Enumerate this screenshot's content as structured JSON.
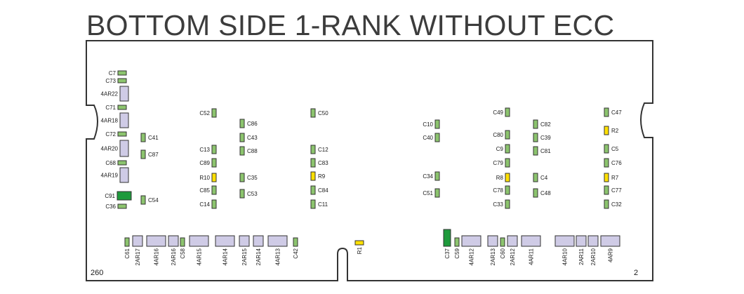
{
  "title": "BOTTOM SIDE 1-RANK WITHOUT ECC",
  "pin_labels": {
    "left": "260",
    "right": "2"
  },
  "colors": {
    "capacitor": "#8cc46e",
    "capacitor_large": "#1e9a3c",
    "resistor": "#ffe000",
    "resistor_array": "#cfcbe6",
    "outline": "#333333"
  },
  "components": [
    {
      "id": "C7",
      "type": "cap",
      "label": "C7"
    },
    {
      "id": "C73",
      "type": "cap",
      "label": "C73"
    },
    {
      "id": "4AR22",
      "type": "array",
      "label": "4AR22"
    },
    {
      "id": "C71",
      "type": "cap",
      "label": "C71"
    },
    {
      "id": "4AR18",
      "type": "array",
      "label": "4AR18"
    },
    {
      "id": "C72",
      "type": "cap",
      "label": "C72"
    },
    {
      "id": "4AR20",
      "type": "array",
      "label": "4AR20"
    },
    {
      "id": "C68",
      "type": "cap",
      "label": "C68"
    },
    {
      "id": "4AR19",
      "type": "array",
      "label": "4AR19"
    },
    {
      "id": "C91",
      "type": "cap_large",
      "label": "C91"
    },
    {
      "id": "C36",
      "type": "cap",
      "label": "C36"
    },
    {
      "id": "C41",
      "type": "cap",
      "label": "C41"
    },
    {
      "id": "C87",
      "type": "cap",
      "label": "C87"
    },
    {
      "id": "C54",
      "type": "cap",
      "label": "C54"
    },
    {
      "id": "C52",
      "type": "cap",
      "label": "C52"
    },
    {
      "id": "C13",
      "type": "cap",
      "label": "C13"
    },
    {
      "id": "C89",
      "type": "cap",
      "label": "C89"
    },
    {
      "id": "R10",
      "type": "res",
      "label": "R10"
    },
    {
      "id": "C85",
      "type": "cap",
      "label": "C85"
    },
    {
      "id": "C14",
      "type": "cap",
      "label": "C14"
    },
    {
      "id": "C86",
      "type": "cap",
      "label": "C86"
    },
    {
      "id": "C43",
      "type": "cap",
      "label": "C43"
    },
    {
      "id": "C88",
      "type": "cap",
      "label": "C88"
    },
    {
      "id": "C35",
      "type": "cap",
      "label": "C35"
    },
    {
      "id": "C53",
      "type": "cap",
      "label": "C53"
    },
    {
      "id": "C50",
      "type": "cap",
      "label": "C50"
    },
    {
      "id": "C12",
      "type": "cap",
      "label": "C12"
    },
    {
      "id": "C83",
      "type": "cap",
      "label": "C83"
    },
    {
      "id": "R9",
      "type": "res",
      "label": "R9"
    },
    {
      "id": "C84",
      "type": "cap",
      "label": "C84"
    },
    {
      "id": "C11",
      "type": "cap",
      "label": "C11"
    },
    {
      "id": "C10",
      "type": "cap",
      "label": "C10"
    },
    {
      "id": "C40",
      "type": "cap",
      "label": "C40"
    },
    {
      "id": "C34",
      "type": "cap",
      "label": "C34"
    },
    {
      "id": "C51",
      "type": "cap",
      "label": "C51"
    },
    {
      "id": "C49",
      "type": "cap",
      "label": "C49"
    },
    {
      "id": "C80",
      "type": "cap",
      "label": "C80"
    },
    {
      "id": "C9",
      "type": "cap",
      "label": "C9"
    },
    {
      "id": "C79",
      "type": "cap",
      "label": "C79"
    },
    {
      "id": "R8",
      "type": "res",
      "label": "R8"
    },
    {
      "id": "C78",
      "type": "cap",
      "label": "C78"
    },
    {
      "id": "C33",
      "type": "cap",
      "label": "C33"
    },
    {
      "id": "C82",
      "type": "cap",
      "label": "C82"
    },
    {
      "id": "C39",
      "type": "cap",
      "label": "C39"
    },
    {
      "id": "C81",
      "type": "cap",
      "label": "C81"
    },
    {
      "id": "C4",
      "type": "cap",
      "label": "C4"
    },
    {
      "id": "C48",
      "type": "cap",
      "label": "C48"
    },
    {
      "id": "C47",
      "type": "cap",
      "label": "C47"
    },
    {
      "id": "R2",
      "type": "res",
      "label": "R2"
    },
    {
      "id": "C5",
      "type": "cap",
      "label": "C5"
    },
    {
      "id": "C76",
      "type": "cap",
      "label": "C76"
    },
    {
      "id": "R7",
      "type": "res",
      "label": "R7"
    },
    {
      "id": "C77",
      "type": "cap",
      "label": "C77"
    },
    {
      "id": "C32",
      "type": "cap",
      "label": "C32"
    },
    {
      "id": "C61",
      "type": "cap",
      "label": "C61"
    },
    {
      "id": "2AR17",
      "type": "array",
      "label": "2AR17"
    },
    {
      "id": "4AR16",
      "type": "array",
      "label": "4AR16"
    },
    {
      "id": "2AR16",
      "type": "array",
      "label": "2AR16"
    },
    {
      "id": "C58",
      "type": "cap",
      "label": "C58"
    },
    {
      "id": "4AR15",
      "type": "array",
      "label": "4AR15"
    },
    {
      "id": "4AR14",
      "type": "array",
      "label": "4AR14"
    },
    {
      "id": "2AR15",
      "type": "array",
      "label": "2AR15"
    },
    {
      "id": "2AR14",
      "type": "array",
      "label": "2AR14"
    },
    {
      "id": "4AR13",
      "type": "array",
      "label": "4AR13"
    },
    {
      "id": "C42",
      "type": "cap",
      "label": "C42"
    },
    {
      "id": "R1",
      "type": "res",
      "label": "R1"
    },
    {
      "id": "C37",
      "type": "cap_large",
      "label": "C37"
    },
    {
      "id": "C59",
      "type": "cap",
      "label": "C59"
    },
    {
      "id": "4AR12",
      "type": "array",
      "label": "4AR12"
    },
    {
      "id": "2AR13",
      "type": "array",
      "label": "2AR13"
    },
    {
      "id": "C60",
      "type": "cap",
      "label": "C60"
    },
    {
      "id": "2AR12",
      "type": "array",
      "label": "2AR12"
    },
    {
      "id": "4AR11",
      "type": "array",
      "label": "4AR11"
    },
    {
      "id": "4AR10",
      "type": "array",
      "label": "4AR10"
    },
    {
      "id": "2AR11",
      "type": "array",
      "label": "2AR11"
    },
    {
      "id": "2AR10",
      "type": "array",
      "label": "2AR10"
    },
    {
      "id": "4AR9",
      "type": "array",
      "label": "4AR9"
    }
  ]
}
